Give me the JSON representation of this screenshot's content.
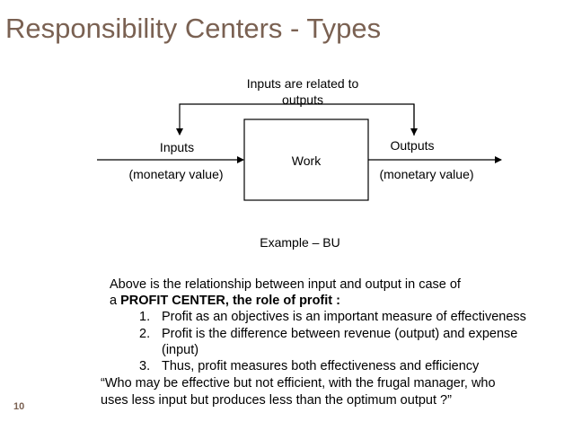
{
  "slide": {
    "title": "Responsibility Centers - Types",
    "page_number": "10"
  },
  "diagram": {
    "top_label_line1": "Inputs are related to",
    "top_label_line2": "outputs",
    "box_label": "Work",
    "inputs_label": "Inputs",
    "inputs_sub": "(monetary value)",
    "outputs_label": "Outputs",
    "outputs_sub": "(monetary value)",
    "example": "Example – BU"
  },
  "body": {
    "intro_line1": "Above is the relationship between input and output in case of",
    "intro_line2_prefix": "a ",
    "intro_line2_bold": "PROFIT CENTER, the role of profit :",
    "points": [
      {
        "num": "1.",
        "text": "Profit as an objectives is an important measure of effectiveness"
      },
      {
        "num": "2.",
        "text": "Profit is the difference between revenue (output) and expense"
      },
      {
        "num": "",
        "text": "(input)"
      },
      {
        "num": "3.",
        "text": "Thus, profit measures both effectiveness and efficiency"
      }
    ],
    "quote_line1": "“Who may be effective but not efficient, with the frugal manager, who",
    "quote_line2": "uses less input but produces less than the optimum output ?”"
  }
}
